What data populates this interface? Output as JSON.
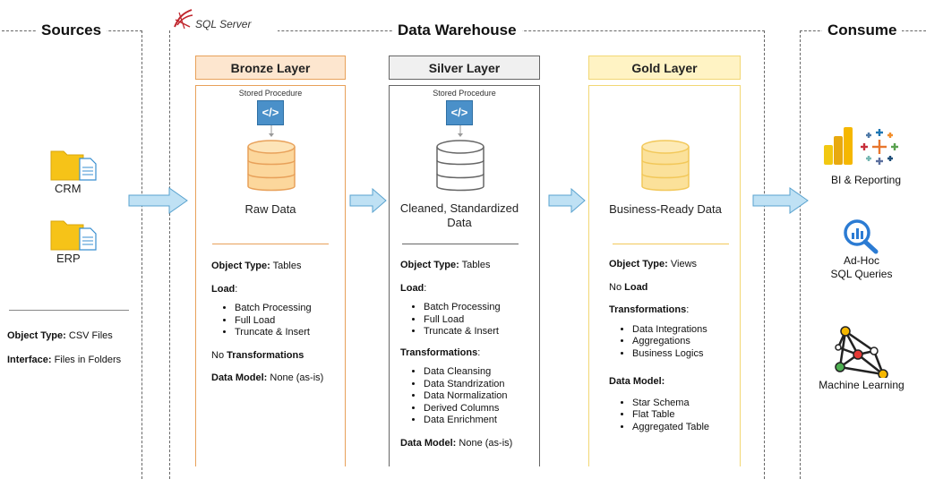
{
  "sections": {
    "sources": "Sources",
    "warehouse": "Data Warehouse",
    "consume": "Consume"
  },
  "sql_server_label": "SQL Server",
  "sources": {
    "items": [
      {
        "label": "CRM",
        "icon": "folder-file-icon"
      },
      {
        "label": "ERP",
        "icon": "folder-file-icon"
      }
    ],
    "object_type_key": "Object Type:",
    "object_type_val": " CSV Files",
    "interface_key": "Interface:",
    "interface_val": " Files in Folders"
  },
  "layers": {
    "bronze": {
      "title": "Bronze Layer",
      "stored_procedure": "Stored Procedure",
      "description": "Raw Data",
      "object_type_key": "Object Type:",
      "object_type_val": " Tables",
      "load_key": "Load",
      "load_items": [
        "Batch Processing",
        "Full Load",
        "Truncate & Insert"
      ],
      "transform_prefix": "No ",
      "transform_key": "Transformations",
      "model_key": "Data Model:",
      "model_val": " None (as-is)"
    },
    "silver": {
      "title": "Silver Layer",
      "stored_procedure": "Stored Procedure",
      "description_line1": "Cleaned, Standardized",
      "description_line2": "Data",
      "object_type_key": "Object Type:",
      "object_type_val": " Tables",
      "load_key": "Load",
      "load_items": [
        "Batch Processing",
        "Full Load",
        "Truncate & Insert"
      ],
      "transform_key": "Transformations",
      "transform_items": [
        "Data Cleansing",
        "Data Standrization",
        "Data Normalization",
        "Derived Columns",
        "Data Enrichment"
      ],
      "model_key": "Data Model:",
      "model_val": " None (as-is)"
    },
    "gold": {
      "title": "Gold Layer",
      "description": "Business-Ready Data",
      "object_type_key": "Object Type:",
      "object_type_val": " Views",
      "load_prefix": "No ",
      "load_key": "Load",
      "transform_key": "Transformations",
      "transform_items": [
        "Data Integrations",
        "Aggregations",
        "Business Logics"
      ],
      "model_key": "Data Model:",
      "model_items": [
        "Star Schema",
        "Flat Table",
        "Aggregated Table"
      ]
    }
  },
  "consume": {
    "bi": "BI & Reporting",
    "adhoc_line1": "Ad-Hoc",
    "adhoc_line2": "SQL Queries",
    "ml": "Machine Learning"
  },
  "colors": {
    "bronze_head_bg": "#fde6cf",
    "bronze_border": "#e8a15a",
    "silver_head_bg": "#f0f0f0",
    "silver_border": "#666666",
    "gold_head_bg": "#fff3c4",
    "gold_border": "#f2d774",
    "arrow_fill": "#bfe1f4",
    "arrow_stroke": "#5aa3cf"
  }
}
